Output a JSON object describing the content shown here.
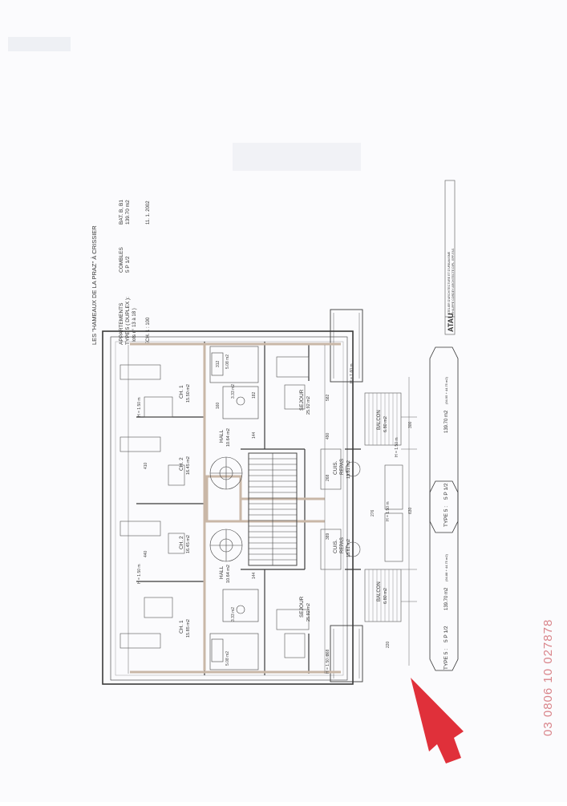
{
  "title": {
    "project": "LES \"HAMEAUX DE LA PRAZ\"  À  CRISSIER",
    "apartments": "APPARTEMENTS",
    "floor": "COMBLES",
    "building": "BAT. B, B1",
    "type": "TYPE 5  ( DUPLEX ):",
    "type_code": "5 P 1/2",
    "area": "139.70 m2",
    "lots": "( lots n° 13 à 18 )",
    "scale": "ECH. 1 : 100",
    "date": "11. 1. 2002"
  },
  "stamp": {
    "logo": "ATAU",
    "line1": "ATELIER D'ARCHITECTURE ET D'URBANISME",
    "line2": "PHILIPPE CORDEY ARCHITECTE DIPL. EPF-FAS"
  },
  "banner": {
    "left": {
      "type": "TYPE 5 :",
      "code": "5 P 1/2",
      "area": "139.70 m2",
      "detail": "(94.88 + 44.75 m2)"
    },
    "center": {
      "type": "TYPE 5 :",
      "code": "5 P 1/2"
    },
    "right": {
      "area": "139.70 m2",
      "detail": "(94.95 + 44.75 m2)"
    }
  },
  "rooms": [
    {
      "id": "ch1-top",
      "name": "CH. 1",
      "area": "15.50 m2"
    },
    {
      "id": "ch2-top",
      "name": "CH. 2",
      "area": "16.45 m2"
    },
    {
      "id": "ch2-bot",
      "name": "CH. 2",
      "area": "16.45 m2"
    },
    {
      "id": "ch1-bot",
      "name": "CH. 1",
      "area": "15.85 m2"
    },
    {
      "id": "hall-top",
      "name": "HALL",
      "area": "10.64 m2"
    },
    {
      "id": "hall-bot",
      "name": "HALL",
      "area": "10.64 m2"
    },
    {
      "id": "sejour-top",
      "name": "SEJOUR",
      "area": "25.92 m2"
    },
    {
      "id": "sejour-bot",
      "name": "SEJOUR",
      "area": "25.92 m2"
    },
    {
      "id": "cuis-top",
      "name": "CUIS.",
      "sub": "REPAS",
      "area": "13.61 m2"
    },
    {
      "id": "cuis-bot",
      "name": "CUIS.",
      "sub": "REPAS",
      "area": "13.61 m2"
    },
    {
      "id": "balcon-top",
      "name": "BALCON",
      "area": "6.80 m2"
    },
    {
      "id": "balcon-bot",
      "name": "BALCON",
      "area": "6.80 m2"
    }
  ],
  "dimensions": {
    "d1": "312",
    "d2": "160",
    "d3": "3.33 m2",
    "d4": "182",
    "d5": "582",
    "d6": "144",
    "d7": "410",
    "d8": "268",
    "d9": "490",
    "d10": "300",
    "d11": "630",
    "d12": "276",
    "d13": "440",
    "d14": "389",
    "d15": "220",
    "d16": "368",
    "d17": "144",
    "d18": "5.08 m2",
    "d19": "H = 1.50 m",
    "d20": "H = 1.50 m",
    "d21": "H = 1.60 m",
    "d22": "H = 1.50 m",
    "d23": "H = 1.50 m",
    "d24": "5.08 m2",
    "d25": "3.33 m2",
    "d26": "H = 1.50 m"
  },
  "scan_id": "03 0806 10 027878",
  "colors": {
    "ink": "#3a3a3a",
    "light": "#8a8a8a",
    "wall": "#c9b7a7",
    "red": "#e0303a",
    "stamp": "#d9848a"
  }
}
